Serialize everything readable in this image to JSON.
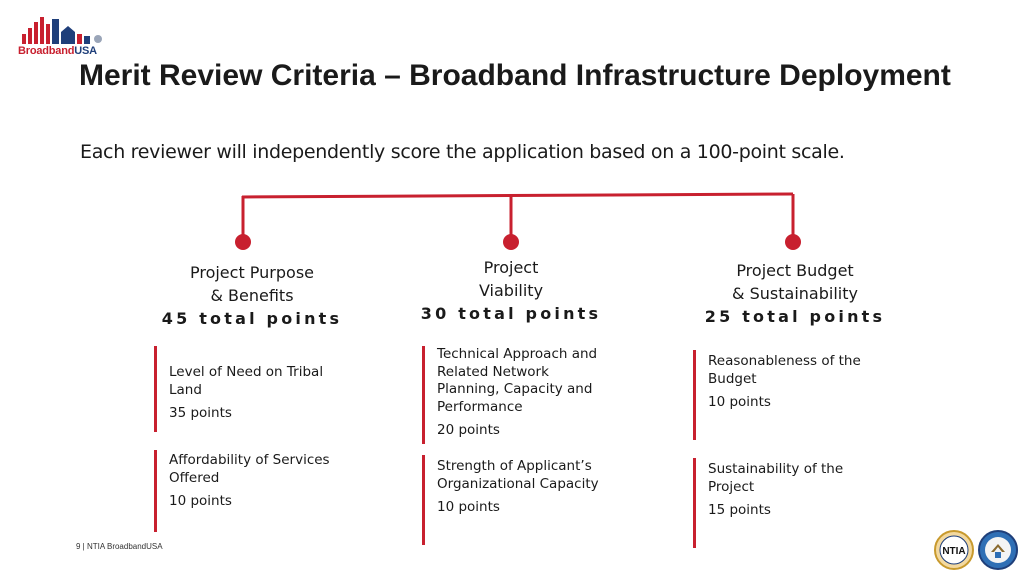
{
  "logo": {
    "text_part1": "Broadband",
    "text_part2": "USA"
  },
  "header": {
    "title": "Merit Review Criteria – Broadband Infrastructure Deployment",
    "subtitle": "Each reviewer will independently score the application based on a 100-point scale."
  },
  "columns": [
    {
      "label": "Project Purpose\n& Benefits",
      "points": "45 total points",
      "items": [
        {
          "name": "Level of Need on Tribal Land",
          "points": "35 points"
        },
        {
          "name": "Affordability of Services Offered",
          "points": "10 points"
        }
      ]
    },
    {
      "label": "Project\nViability",
      "points": "30 total points",
      "items": [
        {
          "name": "Technical Approach and Related Network Planning, Capacity and Performance",
          "points": "20 points"
        },
        {
          "name": "Strength of Applicant’s Organizational Capacity",
          "points": "10 points"
        }
      ]
    },
    {
      "label": "Project Budget\n& Sustainability",
      "points": "25 total points",
      "items": [
        {
          "name": "Reasonableness of the Budget",
          "points": "10 points"
        },
        {
          "name": "Sustainability of the Project",
          "points": "15 points"
        }
      ]
    }
  ],
  "footer": {
    "text": "9 | NTIA BroadbandUSA"
  },
  "seals": {
    "ntia": "NTIA"
  },
  "colors": {
    "accent": "#c8202f",
    "brand_blue": "#1f3f7a"
  }
}
